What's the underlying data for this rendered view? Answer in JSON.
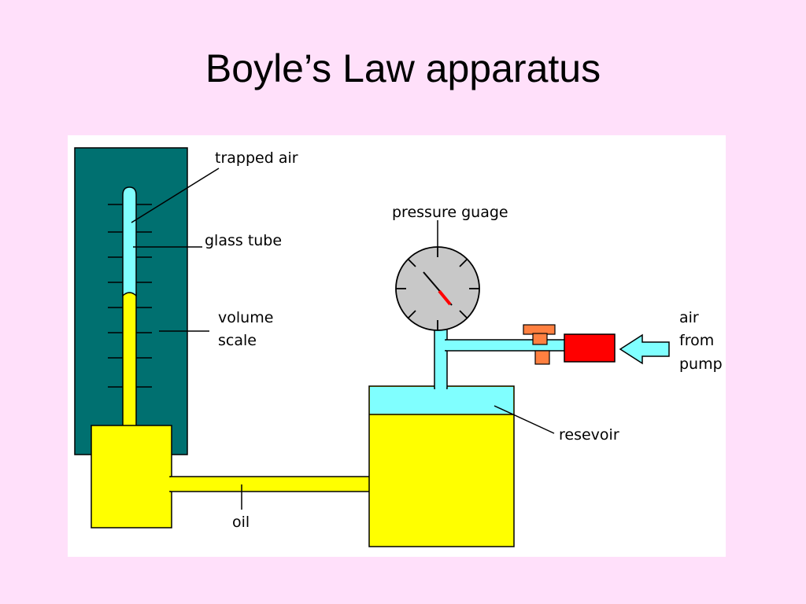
{
  "slide": {
    "title": "Boyle’s Law apparatus",
    "background_color": "#ffe0fa"
  },
  "diagram": {
    "labels": {
      "trapped_air": "trapped air",
      "glass_tube": "glass tube",
      "volume_scale_line1": "volume",
      "volume_scale_line2": "scale",
      "pressure_gauge": "pressure guage",
      "air_from_pump_line1": "air",
      "air_from_pump_line2": "from",
      "air_from_pump_line3": "pump",
      "reservoir": "resevoir",
      "oil": "oil"
    },
    "colors": {
      "scale_board": "#007070",
      "oil": "#ffff00",
      "air": "#80ffff",
      "gauge_face": "#c8c8c8",
      "pump": "#ff0000",
      "valve": "#ff8040",
      "needle": "#ff0000"
    }
  }
}
